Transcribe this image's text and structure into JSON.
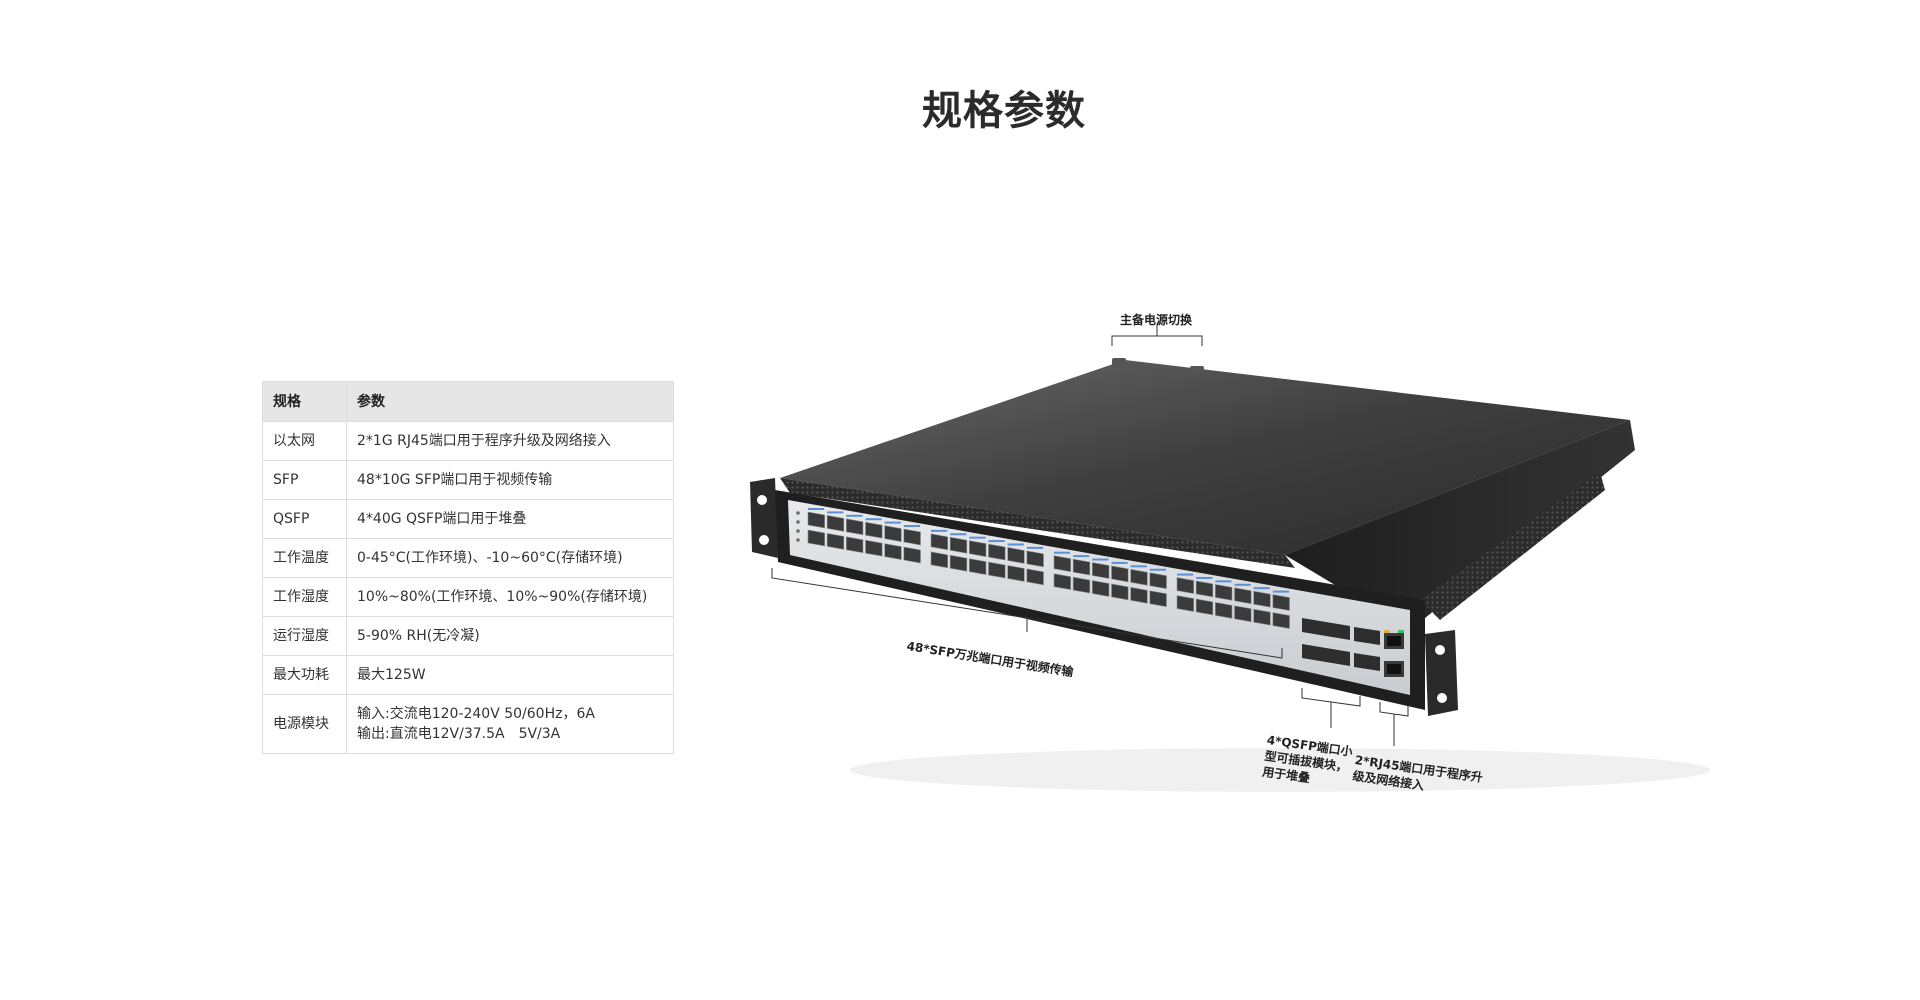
{
  "page": {
    "title": "规格参数"
  },
  "spec_table": {
    "headers": [
      "规格",
      "参数"
    ],
    "rows": [
      {
        "name": "以太网",
        "value": [
          "2*1G RJ45端口用于程序升级及网络接入"
        ]
      },
      {
        "name": "SFP",
        "value": [
          "48*10G SFP端口用于视频传输"
        ]
      },
      {
        "name": "QSFP",
        "value": [
          "4*40G QSFP端口用于堆叠"
        ]
      },
      {
        "name": "工作温度",
        "value": [
          "0-45°C(工作环境)、-10~60°C(存储环境)"
        ]
      },
      {
        "name": "工作湿度",
        "value": [
          "10%~80%(工作环境、10%~90%(存储环境)"
        ]
      },
      {
        "name": "运行湿度",
        "value": [
          "5-90% RH(无冷凝)"
        ]
      },
      {
        "name": "最大功耗",
        "value": [
          "最大125W"
        ]
      },
      {
        "name": "电源模块",
        "value": [
          "输入:交流电120-240V 50/60Hz，6A",
          "输出:直流电12V/37.5A　5V/3A"
        ]
      }
    ]
  },
  "product": {
    "callouts": {
      "power": "主备电源切换",
      "sfp": "48*SFP万兆端口用于视频传输",
      "qsfp": "4*QSFP端口小型可插拔模块，用于堆叠",
      "rj45": "2*RJ45端口用于程序升级及网络接入"
    },
    "sfp_port_count": 48,
    "qsfp_port_count": 4,
    "rj45_port_count": 2
  }
}
